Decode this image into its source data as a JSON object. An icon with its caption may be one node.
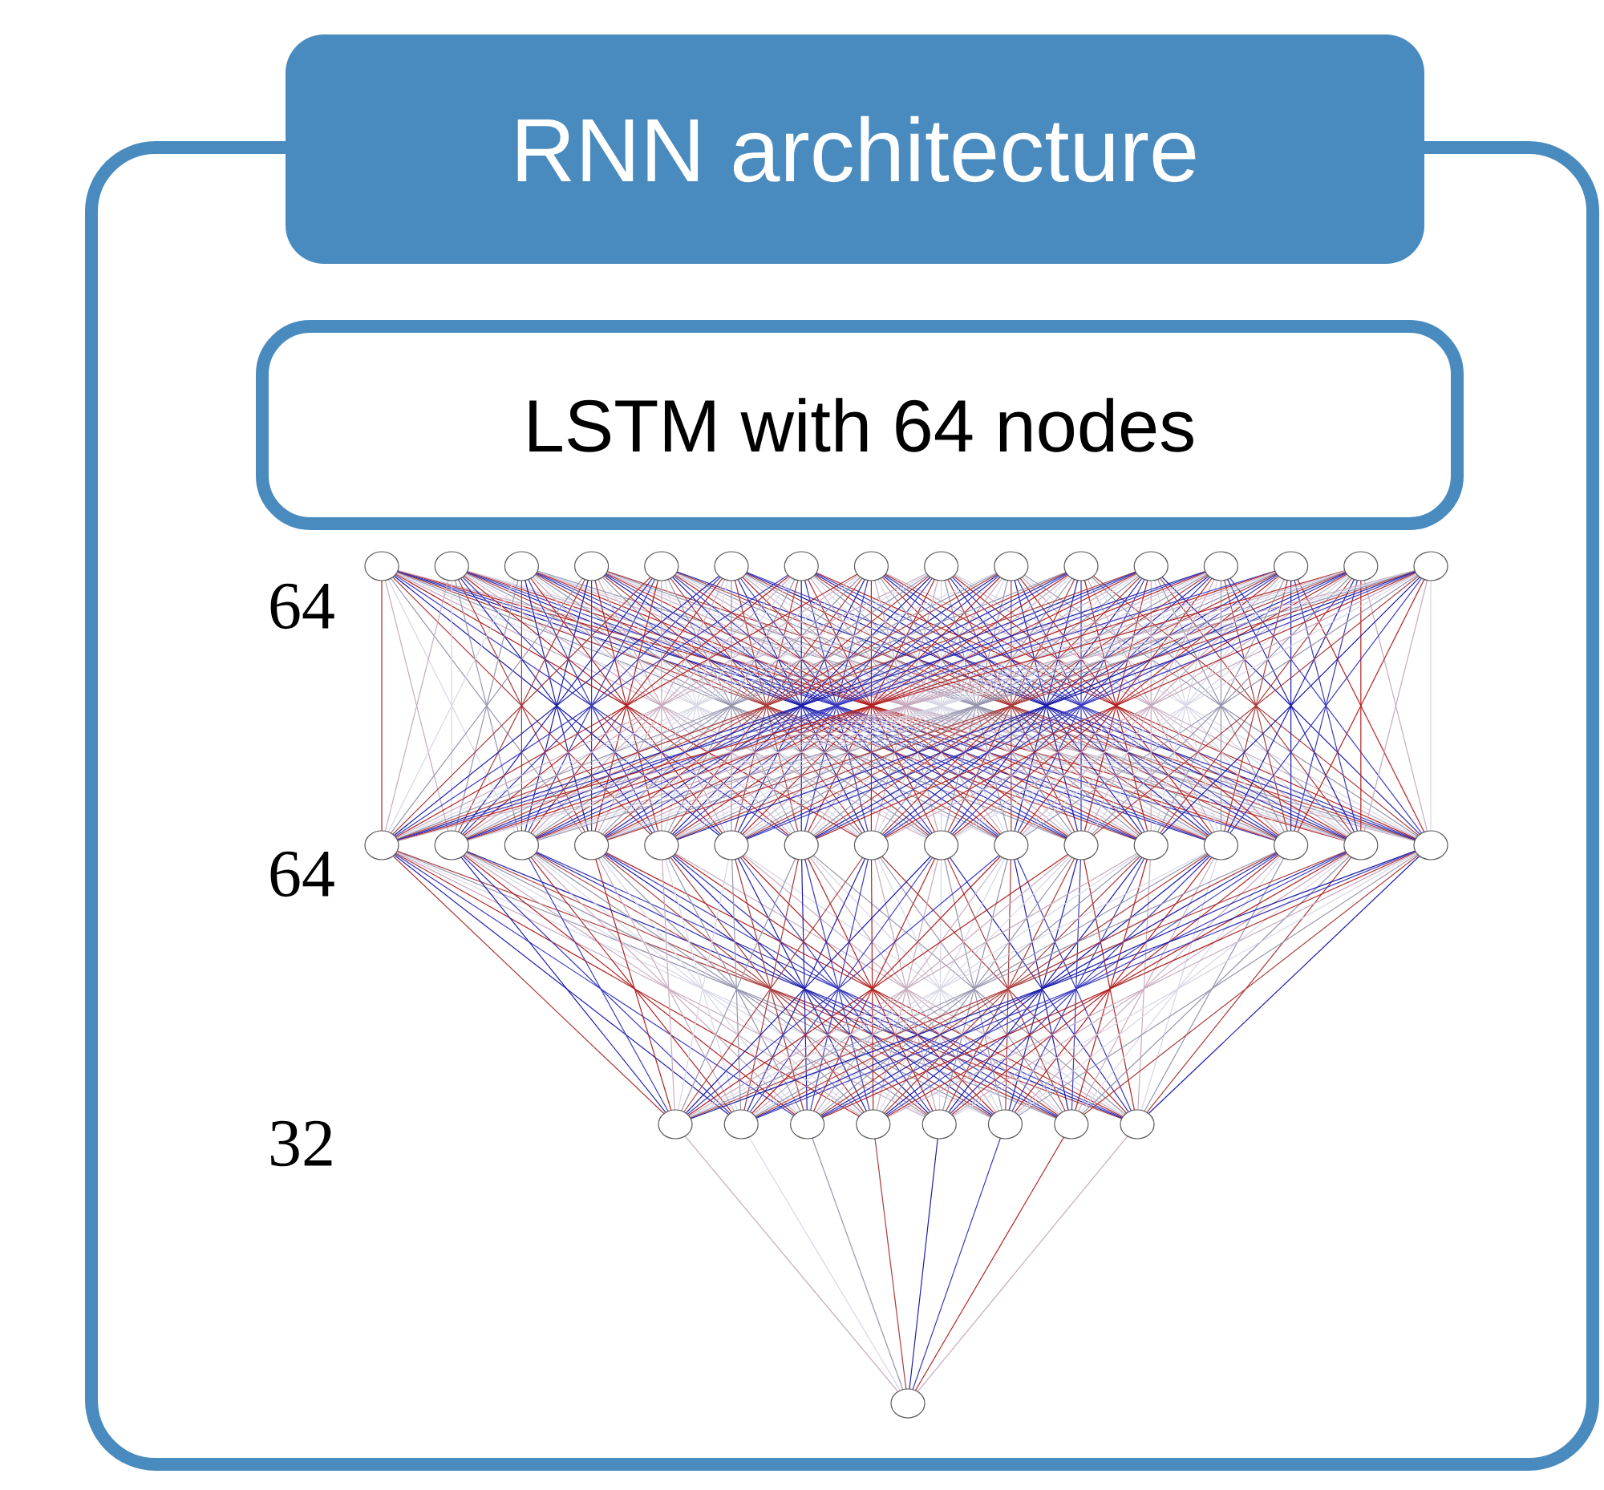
{
  "diagram": {
    "nodes": [
      {
        "text": [
          "RNN architecture"
        ]
      },
      {
        "text": [
          "LSTM with 64 nodes"
        ],
        "in": 0
      }
    ],
    "labels": [
      "64",
      "64",
      "32"
    ]
  }
}
